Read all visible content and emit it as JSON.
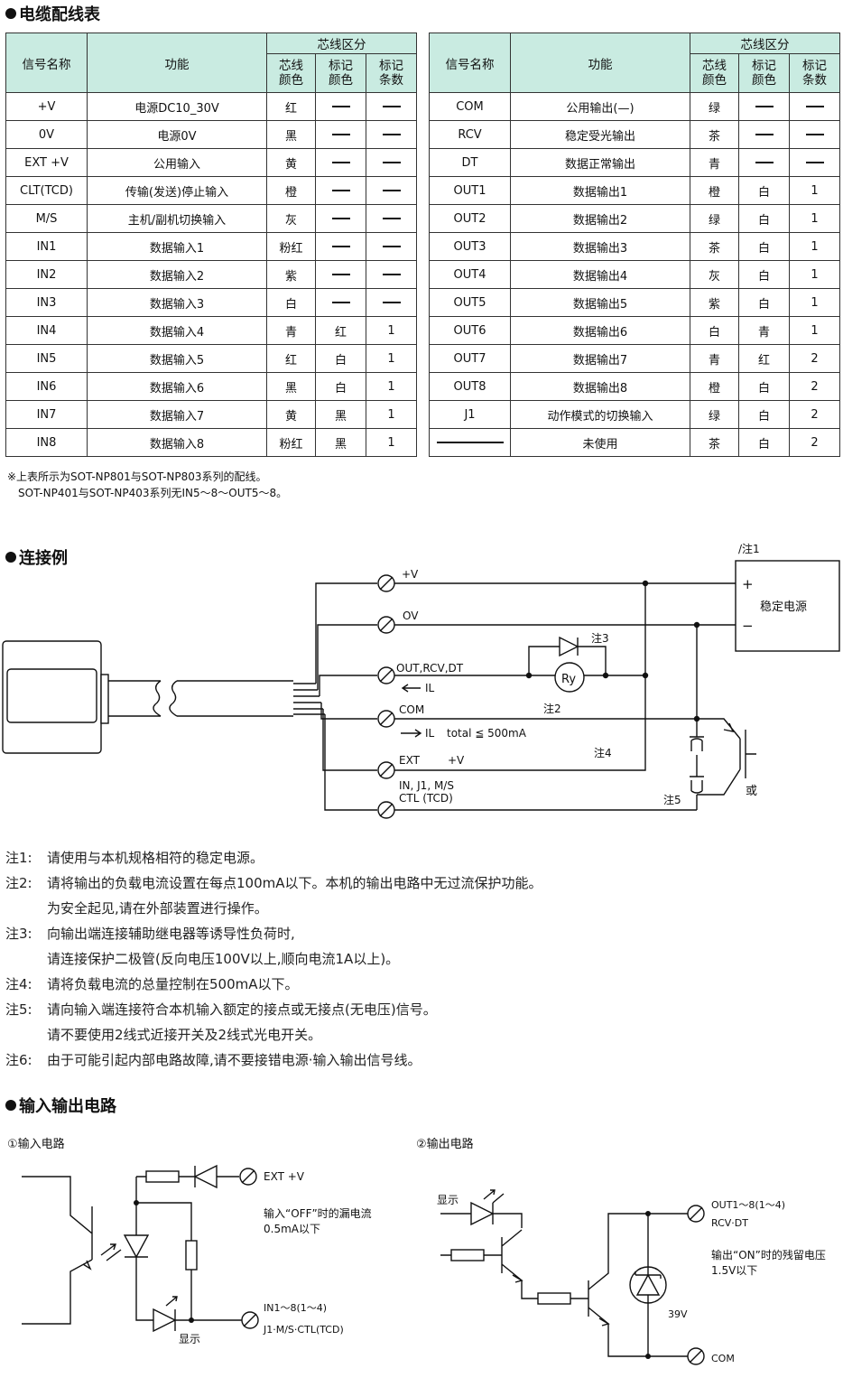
{
  "wiring": {
    "title": "电缆配线表",
    "headers": {
      "signal": "信号名称",
      "function": "功能",
      "group": "芯线区分",
      "core_color_l1": "芯线",
      "core_color_l2": "颜色",
      "mark_color_l1": "标记",
      "mark_color_l2": "颜色",
      "mark_count_l1": "标记",
      "mark_count_l2": "条数"
    },
    "left_rows": [
      {
        "signal": "+V",
        "function": "电源DC10_30V",
        "core": "红",
        "mark": "—",
        "count": "—"
      },
      {
        "signal": "0V",
        "function": "电源0V",
        "core": "黑",
        "mark": "—",
        "count": "—"
      },
      {
        "signal": "EXT +V",
        "function": "公用输入",
        "core": "黄",
        "mark": "—",
        "count": "—"
      },
      {
        "signal": "CLT(TCD)",
        "function": "传输(发送)停止输入",
        "core": "橙",
        "mark": "—",
        "count": "—"
      },
      {
        "signal": "M/S",
        "function": "主机/副机切换输入",
        "core": "灰",
        "mark": "—",
        "count": "—"
      },
      {
        "signal": "IN1",
        "function": "数据输入1",
        "core": "粉红",
        "mark": "—",
        "count": "—"
      },
      {
        "signal": "IN2",
        "function": "数据输入2",
        "core": "紫",
        "mark": "—",
        "count": "—"
      },
      {
        "signal": "IN3",
        "function": "数据输入3",
        "core": "白",
        "mark": "—",
        "count": "—"
      },
      {
        "signal": "IN4",
        "function": "数据输入4",
        "core": "青",
        "mark": "红",
        "count": "1"
      },
      {
        "signal": "IN5",
        "function": "数据输入5",
        "core": "红",
        "mark": "白",
        "count": "1"
      },
      {
        "signal": "IN6",
        "function": "数据输入6",
        "core": "黑",
        "mark": "白",
        "count": "1"
      },
      {
        "signal": "IN7",
        "function": "数据输入7",
        "core": "黄",
        "mark": "黑",
        "count": "1"
      },
      {
        "signal": "IN8",
        "function": "数据输入8",
        "core": "粉红",
        "mark": "黑",
        "count": "1"
      }
    ],
    "right_rows": [
      {
        "signal": "COM",
        "function": "公用输出(—)",
        "core": "绿",
        "mark": "—",
        "count": "—"
      },
      {
        "signal": "RCV",
        "function": "稳定受光输出",
        "core": "茶",
        "mark": "—",
        "count": "—"
      },
      {
        "signal": "DT",
        "function": "数据正常输出",
        "core": "青",
        "mark": "—",
        "count": "—"
      },
      {
        "signal": "OUT1",
        "function": "数据输出1",
        "core": "橙",
        "mark": "白",
        "count": "1"
      },
      {
        "signal": "OUT2",
        "function": "数据输出2",
        "core": "绿",
        "mark": "白",
        "count": "1"
      },
      {
        "signal": "OUT3",
        "function": "数据输出3",
        "core": "茶",
        "mark": "白",
        "count": "1"
      },
      {
        "signal": "OUT4",
        "function": "数据输出4",
        "core": "灰",
        "mark": "白",
        "count": "1"
      },
      {
        "signal": "OUT5",
        "function": "数据输出5",
        "core": "紫",
        "mark": "白",
        "count": "1"
      },
      {
        "signal": "OUT6",
        "function": "数据输出6",
        "core": "白",
        "mark": "青",
        "count": "1"
      },
      {
        "signal": "OUT7",
        "function": "数据输出7",
        "core": "青",
        "mark": "红",
        "count": "2"
      },
      {
        "signal": "OUT8",
        "function": "数据输出8",
        "core": "橙",
        "mark": "白",
        "count": "2"
      },
      {
        "signal": "J1",
        "function": "动作模式的切换输入",
        "core": "绿",
        "mark": "白",
        "count": "2"
      },
      {
        "signal": "—",
        "function": "未使用",
        "core": "茶",
        "mark": "白",
        "count": "2"
      }
    ],
    "footnote_1": "※上表所示为SOT-NP801与SOT-NP803系列的配线。",
    "footnote_2": "SOT-NP401与SOT-NP403系列无IN5～8～OUT5～8。",
    "header_color": "#c9ebe1"
  },
  "connection": {
    "title": "连接例",
    "labels": {
      "vplus": "+V",
      "zero_v": "OV",
      "out": "OUT,RCV,DT",
      "il": "IL",
      "com": "COM",
      "total": "total ≦ 500mA",
      "ext": "EXT",
      "ext_v": "+V",
      "in_line1": "IN,  J1,  M/S",
      "in_line2": "CTL (TCD)",
      "note1": "/注1",
      "plus": "+",
      "minus": "−",
      "psu": "稳定电源",
      "note2": "注2",
      "note3": "注3",
      "note4": "注4",
      "note5": "注5",
      "ry": "Ry",
      "or": "或"
    }
  },
  "notes": [
    {
      "label": "注1:",
      "text": "请使用与本机规格相符的稳定电源。"
    },
    {
      "label": "注2:",
      "text": "请将输出的负载电流设置在每点100mA以下。本机的输出电路中无过流保护功能。"
    },
    {
      "label": "",
      "text": "为安全起见,请在外部装置进行操作。"
    },
    {
      "label": "注3:",
      "text": "向输出端连接辅助继电器等诱导性负荷时,"
    },
    {
      "label": "",
      "text": "请连接保护二极管(反向电压100V以上,顺向电流1A以上)。"
    },
    {
      "label": "注4:",
      "text": "请将负载电流的总量控制在500mA以下。"
    },
    {
      "label": "注5:",
      "text": "请向输入端连接符合本机输入额定的接点或无接点(无电压)信号。"
    },
    {
      "label": "",
      "text": "请不要使用2线式近接开关及2线式光电开关。"
    },
    {
      "label": "注6:",
      "text": "由于可能引起内部电路故障,请不要接错电源·输入输出信号线。"
    }
  ],
  "io": {
    "title": "输入输出电路",
    "input_title": "①输入电路",
    "output_title": "②输出电路",
    "ext": "EXT    +V",
    "leak_1": "输入“OFF”时的漏电流",
    "leak_2": "0.5mA以下",
    "in_1": "IN1～8(1～4)",
    "in_2": "J1·M/S·CTL(TCD)",
    "display": "显示",
    "out_1": "OUT1～8(1～4)",
    "out_2": "RCV·DT",
    "resid_1": "输出“ON”时的残留电压",
    "resid_2": "1.5V以下",
    "zener": "39V",
    "com": "COM"
  }
}
